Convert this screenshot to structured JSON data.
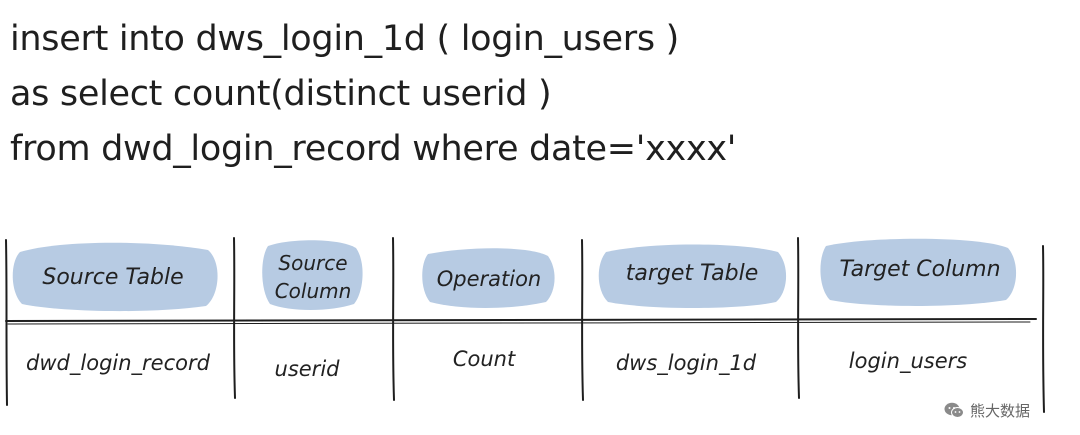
{
  "sql": {
    "line1": "insert into dws_login_1d ( login_users )",
    "line2": "as select count(distinct userid )",
    "line3": "from dwd_login_record where date='xxxx'"
  },
  "table": {
    "headers": {
      "source_table": "Source Table",
      "source_column_1": "Source",
      "source_column_2": "Column",
      "operation": "Operation",
      "target_table": "target Table",
      "target_column": "Target Column"
    },
    "row": {
      "source_table": "dwd_login_record",
      "source_column": "userid",
      "operation": "Count",
      "target_table": "dws_login_1d",
      "target_column": "login_users"
    }
  },
  "colors": {
    "highlight": "#b7cbe3",
    "ink": "#1e1e1e"
  },
  "watermark": {
    "text": "熊大数据",
    "icon": "wechat-icon"
  }
}
